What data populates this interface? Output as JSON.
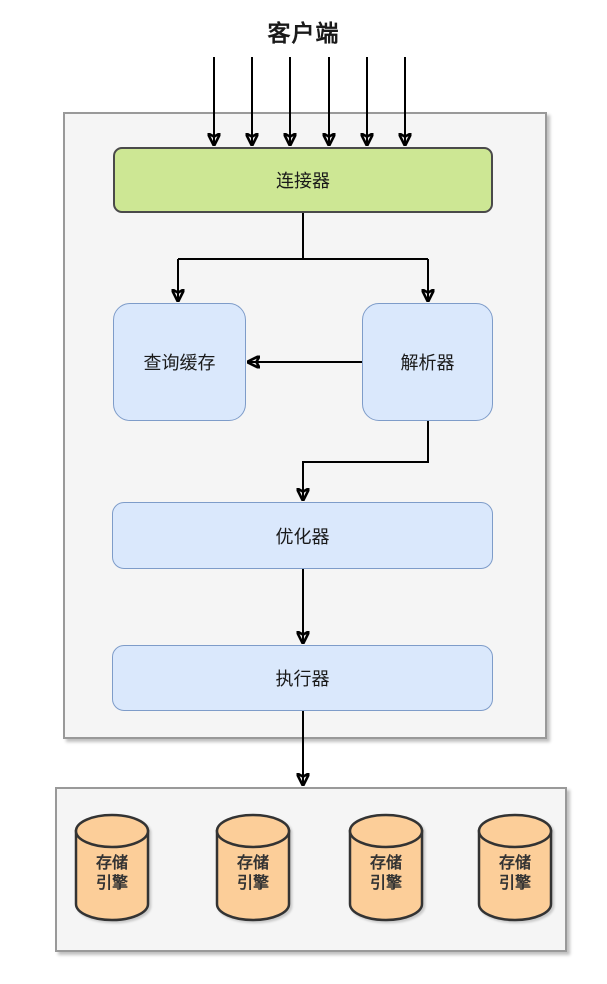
{
  "title": "客户端",
  "colors": {
    "canvas-bg": "#ffffff",
    "container-fill": "#f5f5f5",
    "container-border": "#999999",
    "green-fill": "#cde794",
    "green-border": "#4a4a4a",
    "blue-fill": "#dae8fc",
    "blue-border": "#7e9cc9",
    "orange-fill": "#fcce99",
    "orange-border": "#333333",
    "line-color": "#000000",
    "text-color": "#1a1a1a"
  },
  "nodes": {
    "connector": {
      "label": "连接器"
    },
    "query_cache": {
      "label": "查询缓存"
    },
    "parser": {
      "label": "解析器"
    },
    "optimizer": {
      "label": "优化器"
    },
    "executor": {
      "label": "执行器"
    }
  },
  "storage": {
    "engines": [
      {
        "label": "存储\n引擎"
      },
      {
        "label": "存储\n引擎"
      },
      {
        "label": "存储\n引擎"
      },
      {
        "label": "存储\n引擎"
      }
    ]
  }
}
